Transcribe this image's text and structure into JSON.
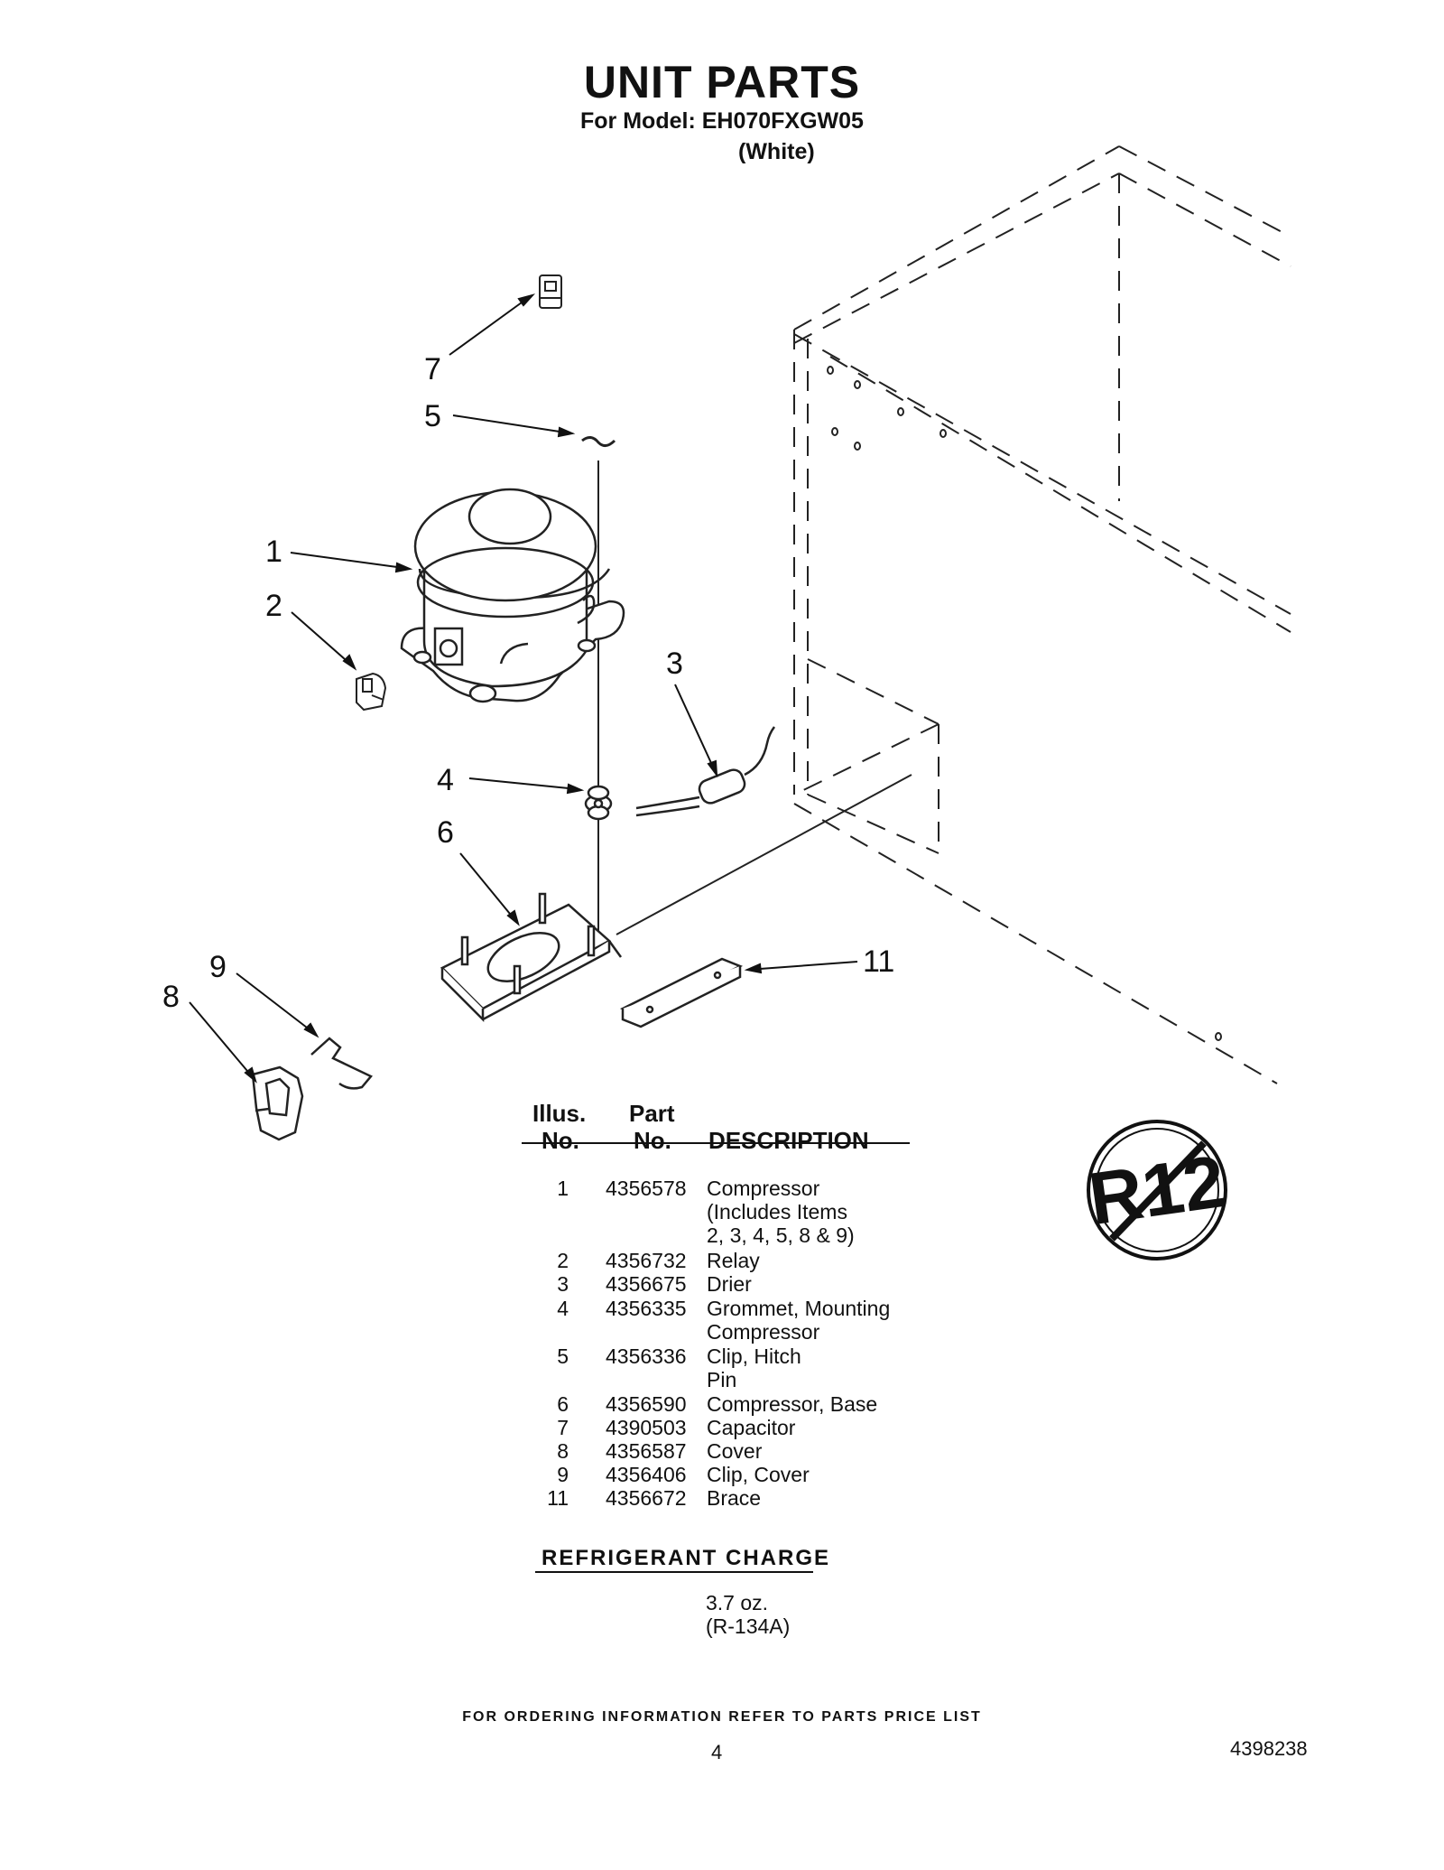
{
  "header": {
    "title": "UNIT PARTS",
    "model_line": "For Model: EH070FXGW05",
    "color": "(White)"
  },
  "diagram": {
    "callouts": [
      "7",
      "5",
      "1",
      "2",
      "3",
      "4",
      "6",
      "9",
      "8",
      "11"
    ],
    "badge_text": "R12",
    "badge_icon": "no-r12-prohibited-icon"
  },
  "table": {
    "headers": {
      "illus_line1": "Illus.",
      "illus_line2": "No.",
      "part_line1": "Part",
      "part_line2": "No.",
      "description": "DESCRIPTION"
    },
    "rows": [
      {
        "illus": "1",
        "part": "4356578",
        "description": [
          "Compressor",
          "(Includes Items",
          "2, 3, 4, 5, 8 & 9)"
        ]
      },
      {
        "illus": "2",
        "part": "4356732",
        "description": [
          "Relay"
        ]
      },
      {
        "illus": "3",
        "part": "4356675",
        "description": [
          "Drier"
        ]
      },
      {
        "illus": "4",
        "part": "4356335",
        "description": [
          "Grommet, Mounting",
          "Compressor"
        ]
      },
      {
        "illus": "5",
        "part": "4356336",
        "description": [
          "Clip, Hitch",
          "Pin"
        ]
      },
      {
        "illus": "6",
        "part": "4356590",
        "description": [
          "Compressor, Base"
        ]
      },
      {
        "illus": "7",
        "part": "4390503",
        "description": [
          "Capacitor"
        ]
      },
      {
        "illus": "8",
        "part": "4356587",
        "description": [
          "Cover"
        ]
      },
      {
        "illus": "9",
        "part": "4356406",
        "description": [
          "Clip, Cover"
        ]
      },
      {
        "illus": "11",
        "part": "4356672",
        "description": [
          "Brace"
        ]
      }
    ]
  },
  "refrigerant": {
    "heading": "REFRIGERANT CHARGE",
    "amount": "3.7 oz.",
    "type": "(R-134A)"
  },
  "footer": {
    "note": "FOR ORDERING INFORMATION REFER TO PARTS PRICE LIST",
    "page_number": "4",
    "doc_number": "4398238"
  }
}
